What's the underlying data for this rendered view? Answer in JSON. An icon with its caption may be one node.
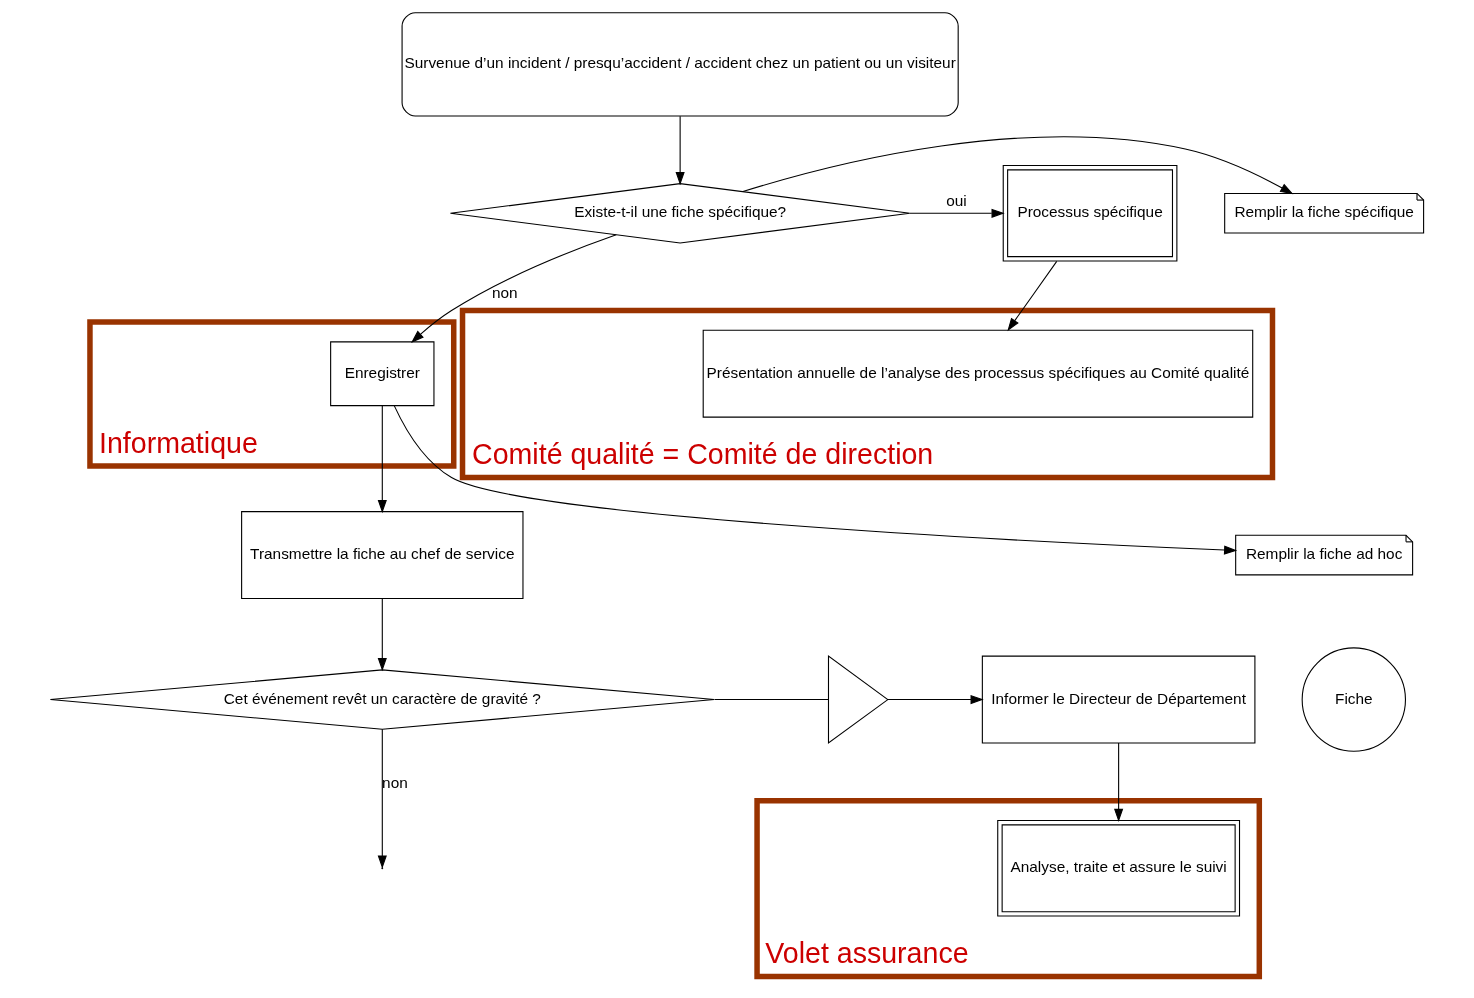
{
  "diagram": {
    "nodes": [
      {
        "text": [
          "Survenue d’un incident / presqu’accident / accident chez un patient ou un visiteur"
        ]
      },
      {
        "text": [
          "Remplir la fiche spécifique"
        ]
      },
      {
        "text": [
          "Existe-t-il une fiche spécifique?"
        ]
      },
      {
        "text": [
          "Processus spécifique"
        ]
      },
      {
        "text": [
          "Remplir la fiche ad hoc"
        ]
      },
      {
        "text": [
          "Informatique"
        ]
      },
      {
        "text": [
          "Enregistrer"
        ],
        "in": 5
      },
      {
        "text": [
          "Comité qualité = Comité de direction"
        ]
      },
      {
        "text": [
          "Présentation annuelle de l’analyse des processus spécifiques au Comité qualité"
        ],
        "in": 7
      },
      {
        "text": [
          "Transmettre la fiche au chef de service"
        ]
      },
      {
        "text": [
          "Cet événement revêt un caractère de gravité ?"
        ]
      },
      {
        "text": [],
        "shape": "triangle"
      },
      {
        "text": [
          "Informer le Directeur de Département"
        ]
      },
      {
        "text": [
          "Volet assurance"
        ]
      },
      {
        "text": [
          "Analyse, traite et assure le suivi"
        ],
        "in": 13
      },
      {
        "text": [
          "Fiche"
        ]
      }
    ],
    "edges": [
      {
        "from": 0,
        "to": 2,
        "arrow": "to"
      },
      {
        "from": 2,
        "to": 1,
        "arrow": "to"
      },
      {
        "from": 2,
        "to": 3,
        "arrow": "to",
        "label": "oui"
      },
      {
        "from": 2,
        "to": 6,
        "arrow": "to",
        "label": "non"
      },
      {
        "from": 6,
        "to": 4,
        "arrow": "to"
      },
      {
        "from": 3,
        "to": 8,
        "arrow": "to"
      },
      {
        "from": 6,
        "to": 9,
        "arrow": "to"
      },
      {
        "from": 9,
        "to": 10,
        "arrow": "to"
      },
      {
        "from": 10,
        "to": 11,
        "arrow": "none"
      },
      {
        "from": 11,
        "to": 12,
        "arrow": "to"
      },
      {
        "from": 12,
        "to": 14,
        "arrow": "to"
      },
      {
        "from": 10,
        "to": null,
        "arrow": "to",
        "label": "non"
      }
    ]
  }
}
